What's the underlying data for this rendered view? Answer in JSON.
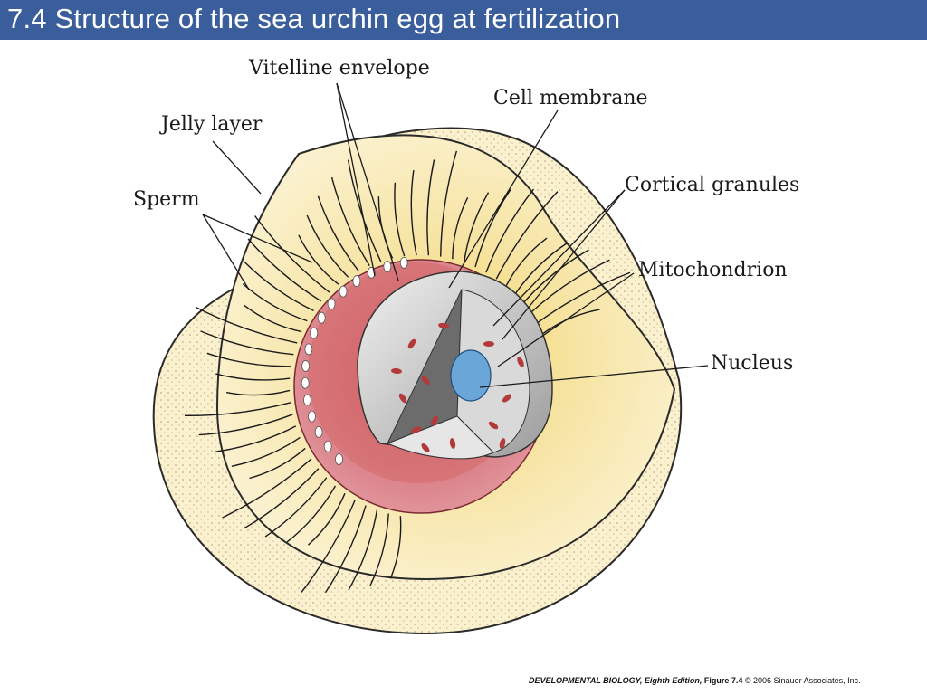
{
  "title": "7.4  Structure of the sea urchin egg at fertilization",
  "labels": {
    "vitelline_envelope": "Vitelline envelope",
    "cell_membrane": "Cell membrane",
    "jelly_layer": "Jelly layer",
    "cortical_granules": "Cortical granules",
    "sperm": "Sperm",
    "mitochondrion": "Mitochondrion",
    "nucleus": "Nucleus"
  },
  "credit": {
    "book": "DEVELOPMENTAL BIOLOGY, Eighth Edition,",
    "figure": "Figure 7.4",
    "copyright": "© 2006 Sinauer Associates, Inc."
  },
  "colors": {
    "title_bar": "#3a5e9c",
    "jelly": "#f6e6a8",
    "vitelline": "#d46a6a",
    "cytoplasm": "#c8c8c8",
    "nucleus": "#6aa6d8"
  }
}
